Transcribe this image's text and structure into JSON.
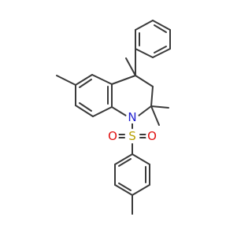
{
  "molecule": {
    "atoms": {
      "nitrogen": {
        "label": "N",
        "color": "#2020d0"
      },
      "sulfur": {
        "label": "S",
        "color": "#b8a000"
      },
      "oxygen_left": {
        "label": "O",
        "color": "#e01010"
      },
      "oxygen_right": {
        "label": "O",
        "color": "#e01010"
      }
    },
    "bond_color": "#3a3a3a",
    "background_color": "#ffffff"
  }
}
